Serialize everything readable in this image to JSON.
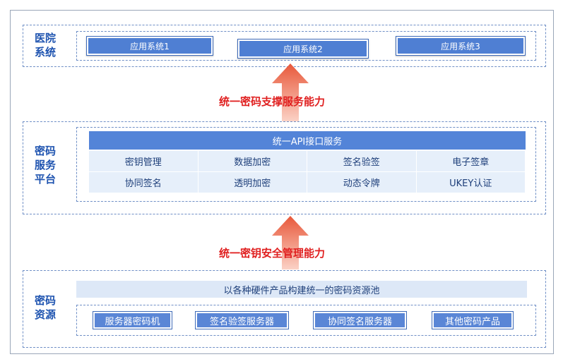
{
  "hospital": {
    "label": "医院\n系统",
    "apps": [
      "应用系统1",
      "应用系统2",
      "应用系统3"
    ]
  },
  "capability_top": "统一密码支撑服务能力",
  "platform": {
    "label": "密码\n服务\n平台",
    "api_bar": "统一API接口服务",
    "services": [
      "密钥管理",
      "数据加密",
      "签名验签",
      "电子签章",
      "协同签名",
      "透明加密",
      "动态令牌",
      "UKEY认证"
    ]
  },
  "capability_bottom": "统一密钥安全管理能力",
  "resources": {
    "label": "密码\n资源",
    "pool": "以各种硬件产品构建统一的密码资源池",
    "products": [
      "服务器密码机",
      "签名验签服务器",
      "协同签名服务器",
      "其他密码产品"
    ]
  },
  "colors": {
    "accent": "#4f7fd3",
    "label_blue": "#1f54b0",
    "capability_red": "#e02020",
    "arrow_red": "#f07050"
  }
}
